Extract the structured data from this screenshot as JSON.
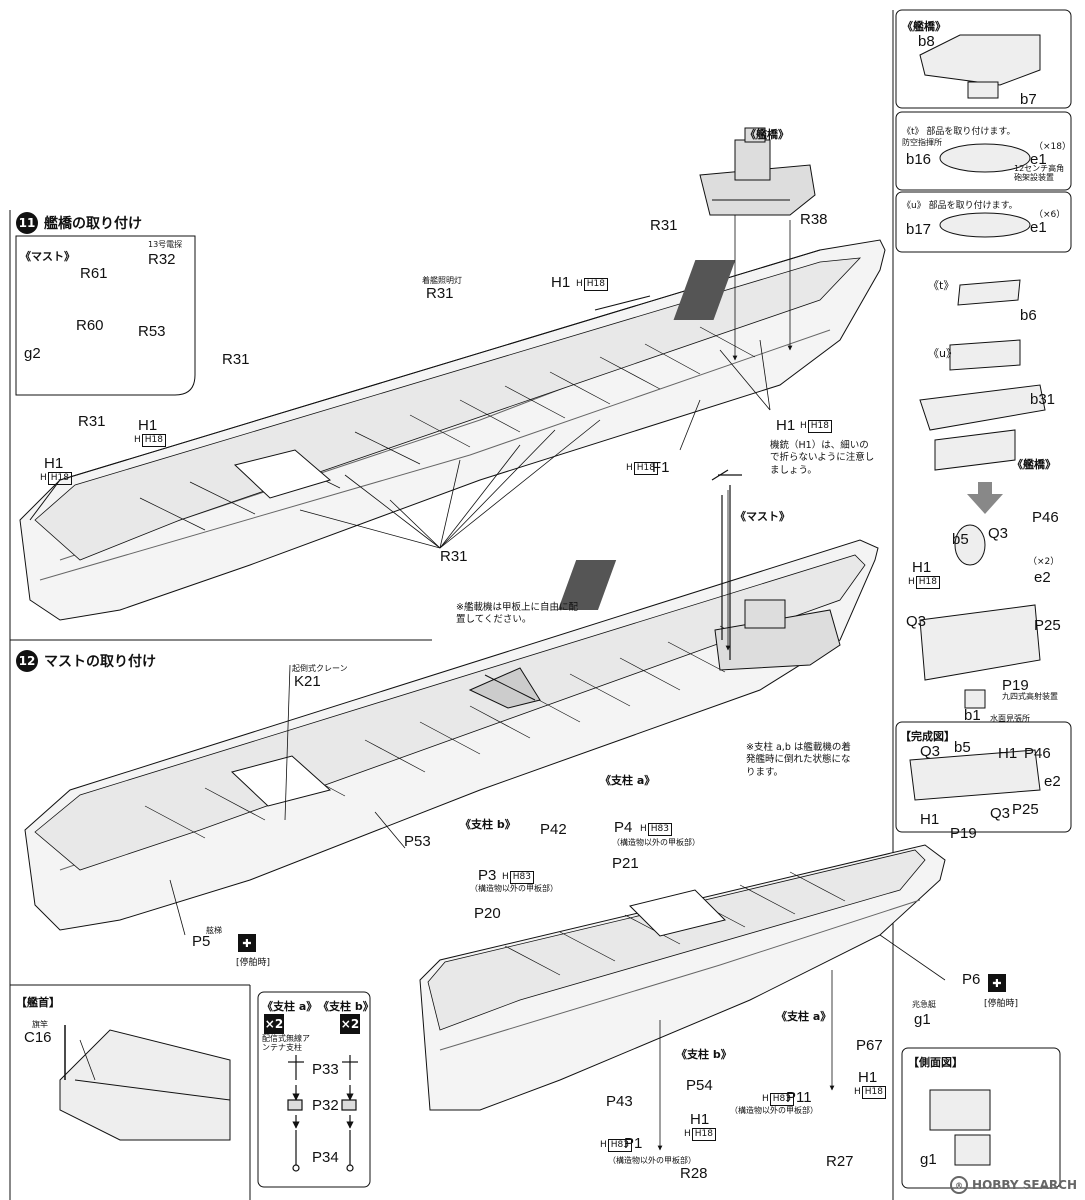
{
  "steps": [
    {
      "num": "11",
      "title": "艦橋の取り付け"
    },
    {
      "num": "12",
      "title": "マストの取り付け"
    }
  ],
  "sections": {
    "mast_inset": "《マスト》",
    "bridge_top": "《艦橋》",
    "mast_main": "《マスト》",
    "bridge_side": "《艦橋》",
    "bridge_header": "《艦橋》",
    "bow": "【艦首】",
    "strut_a": "《支柱 a》",
    "strut_b": "《支柱 b》",
    "strut_a_lower": "《支柱 a》",
    "strut_b_lower": "《支柱 b》",
    "strut_a_box": "《支柱 a》",
    "strut_b_box": "《支柱 b》",
    "complete": "【完成図】",
    "side_view": "【側面図】"
  },
  "instructions": {
    "t": "《t》 部品を取り付けます。",
    "u": "《u》 部品を取り付けます。"
  },
  "notes": {
    "h1": "機銃（H1）は、細いので折らないように注意しましょう。",
    "plane": "※艦載機は甲板上に自由に配置してください。",
    "strut": "※支柱 a,b は艦載機の着発艦時に倒れた状態になります。",
    "p3": "（構造物以外の甲板部）",
    "p4": "（構造物以外の甲板部）",
    "p1": "（構造物以外の甲板部）",
    "p11": "（構造物以外の甲板部）",
    "strut_a_desc": "配信式無線アンテナ支柱",
    "k21_desc": "起倒式クレーン",
    "r31_desc": "着艦照明灯",
    "r32_desc": "13号電探",
    "b16_desc": "防空指揮所",
    "e1_desc": "12センチ高角砲架設装置",
    "p19_desc": "九四式高射装置",
    "b1_desc": "水面見張所",
    "p5_desc": "舷梯",
    "g1_desc": "兆急艇",
    "c16_desc": "旗竿",
    "moored": "[停舶時]",
    "moored2": "[停舶時]"
  },
  "counts": {
    "x18": "（×18）",
    "x6": "（×6）",
    "x2": "（×2）",
    "x2a": "×2",
    "x2b": "×2"
  },
  "parts": {
    "R32": "R32",
    "R61": "R61",
    "R60": "R60",
    "R53": "R53",
    "g2": "g2",
    "R31_a": "R31",
    "R31_b": "R31",
    "R31_c": "R31",
    "R31_d": "R31",
    "R31_e": "R31",
    "H1_a": "H1",
    "H1_b": "H1",
    "H1_c": "H1",
    "H1_d": "H1",
    "F1": "F1",
    "R38": "R38",
    "b8": "b8",
    "b7": "b7",
    "b16": "b16",
    "e1": "e1",
    "b17": "b17",
    "e1b": "e1",
    "b6": "b6",
    "b31": "b31",
    "b5": "b5",
    "Q3": "Q3",
    "P46": "P46",
    "e2": "e2",
    "H1_e": "H1",
    "Q3b": "Q3",
    "P25": "P25",
    "P19": "P19",
    "b1": "b1",
    "cQ3": "Q3",
    "cb5": "b5",
    "cH1": "H1",
    "cP46": "P46",
    "ce2": "e2",
    "cH1b": "H1",
    "cP19": "P19",
    "cQ3b": "Q3",
    "cP25": "P25",
    "K21": "K21",
    "P53": "P53",
    "P42": "P42",
    "P4": "P4",
    "P21": "P21",
    "P3": "P3",
    "P20": "P20",
    "P5": "P5",
    "C16": "C16",
    "P33": "P33",
    "P32": "P32",
    "P34": "P34",
    "P33b": "P33",
    "P32b": "P32",
    "P34b": "P34",
    "P6": "P6",
    "g1": "g1",
    "P67": "P67",
    "H1_f": "H1",
    "P11": "P11",
    "P54": "P54",
    "H1_g": "H1",
    "P43": "P43",
    "P1": "P1",
    "R28": "R28",
    "R27": "R27",
    "g1b": "g1"
  },
  "codes": {
    "H18": "H18",
    "H83": "H83"
  },
  "watermark": "HOBBY SEARCH"
}
